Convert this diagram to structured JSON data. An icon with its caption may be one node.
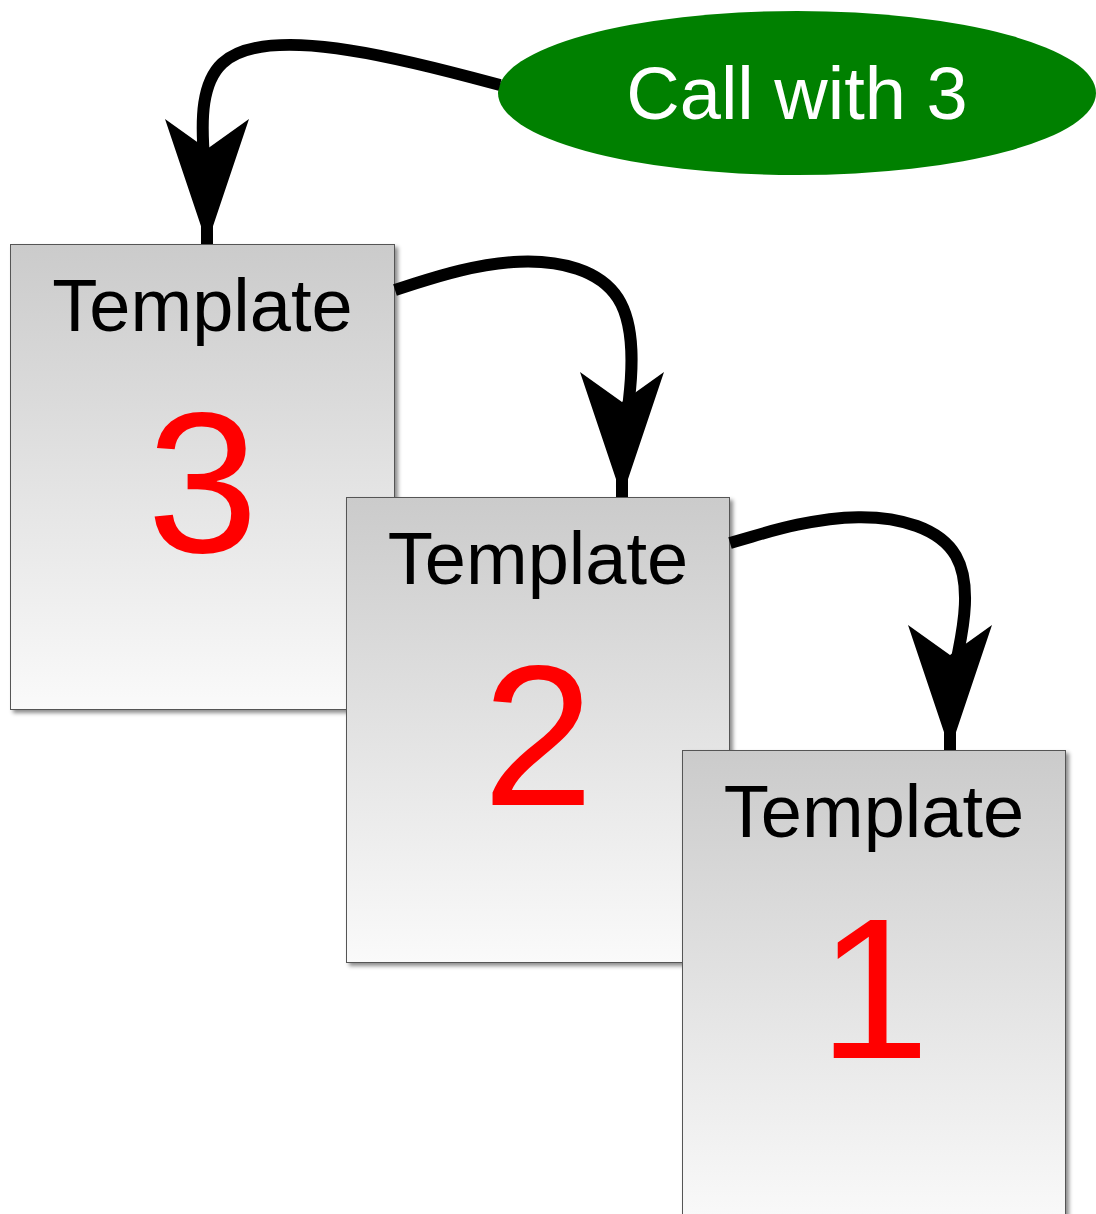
{
  "diagram": {
    "nodes": [
      {
        "text": [
          "Call with 3"
        ]
      },
      {
        "text": [
          "Template",
          "3"
        ]
      },
      {
        "text": [
          "Template",
          "2"
        ]
      },
      {
        "text": [
          "Template",
          "1"
        ]
      }
    ],
    "edges": [
      {
        "from": 0,
        "to": 1,
        "arrow": "to"
      },
      {
        "from": 1,
        "to": 2,
        "arrow": "to"
      },
      {
        "from": 2,
        "to": 3,
        "arrow": "to"
      }
    ]
  }
}
